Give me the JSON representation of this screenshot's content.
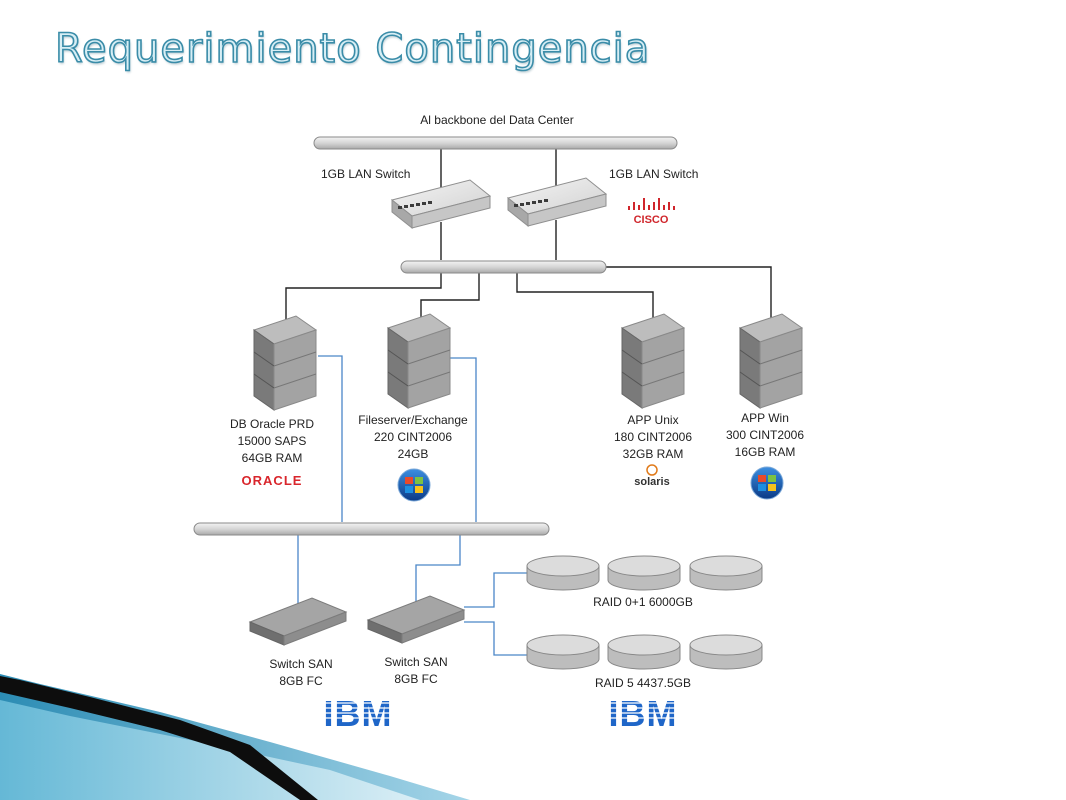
{
  "slide": {
    "title": "Requerimiento Contingencia"
  },
  "diagram": {
    "backbone_label": "Al backbone del Data Center",
    "switches": [
      {
        "label": "1GB LAN Switch"
      },
      {
        "label": "1GB LAN Switch",
        "brand": "CISCO"
      }
    ],
    "servers": [
      {
        "lines": [
          "DB Oracle PRD",
          "15000 SAPS",
          "64GB RAM"
        ],
        "logo": "ORACLE"
      },
      {
        "lines": [
          "Fileserver/Exchange",
          "220 CINT2006",
          "24GB"
        ],
        "logo": "windows-logo"
      },
      {
        "lines": [
          "APP Unix",
          "180 CINT2006",
          "32GB RAM"
        ],
        "logo": "solaris"
      },
      {
        "lines": [
          "APP Win",
          "300 CINT2006",
          "16GB RAM"
        ],
        "logo": "windows-logo"
      }
    ],
    "san_switches": [
      {
        "lines": [
          "Switch SAN",
          "8GB FC"
        ]
      },
      {
        "lines": [
          "Switch SAN",
          "8GB FC"
        ]
      }
    ],
    "storage": [
      {
        "label": "RAID 0+1 6000GB"
      },
      {
        "label": "RAID 5 4437.5GB"
      }
    ],
    "vendor_logos": [
      "IBM",
      "IBM"
    ]
  },
  "colors": {
    "title": "#3a8ca8",
    "lan_line": "#222222",
    "san_line": "#4a86c8",
    "oracle": "#d9262c",
    "ibm": "#1f66c8"
  }
}
